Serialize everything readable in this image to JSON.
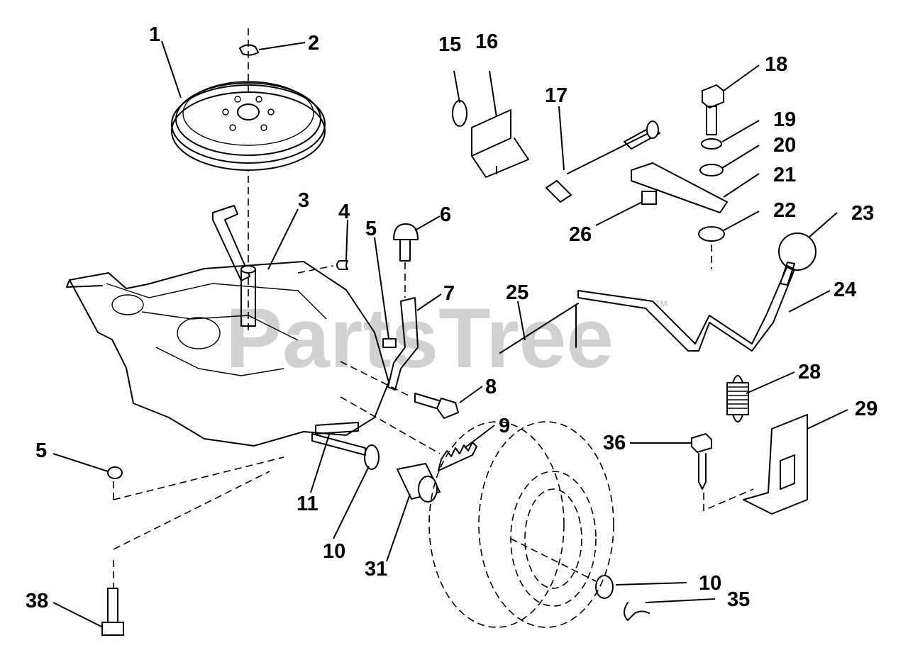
{
  "watermark": {
    "text": "PartsTree",
    "trademark": "™"
  },
  "callouts": [
    {
      "id": "c1",
      "label": "1"
    },
    {
      "id": "c2",
      "label": "2"
    },
    {
      "id": "c3",
      "label": "3"
    },
    {
      "id": "c4",
      "label": "4"
    },
    {
      "id": "c5a",
      "label": "5"
    },
    {
      "id": "c6",
      "label": "6"
    },
    {
      "id": "c7",
      "label": "7"
    },
    {
      "id": "c8",
      "label": "8"
    },
    {
      "id": "c9",
      "label": "9"
    },
    {
      "id": "c10a",
      "label": "10"
    },
    {
      "id": "c11",
      "label": "11"
    },
    {
      "id": "c15",
      "label": "15"
    },
    {
      "id": "c16",
      "label": "16"
    },
    {
      "id": "c17",
      "label": "17"
    },
    {
      "id": "c18",
      "label": "18"
    },
    {
      "id": "c19",
      "label": "19"
    },
    {
      "id": "c20",
      "label": "20"
    },
    {
      "id": "c21",
      "label": "21"
    },
    {
      "id": "c22",
      "label": "22"
    },
    {
      "id": "c23",
      "label": "23"
    },
    {
      "id": "c24",
      "label": "24"
    },
    {
      "id": "c25",
      "label": "25"
    },
    {
      "id": "c26",
      "label": "26"
    },
    {
      "id": "c28",
      "label": "28"
    },
    {
      "id": "c29",
      "label": "29"
    },
    {
      "id": "c31",
      "label": "31"
    },
    {
      "id": "c5b",
      "label": "5"
    },
    {
      "id": "c36",
      "label": "36"
    },
    {
      "id": "c38",
      "label": "38"
    },
    {
      "id": "c10b",
      "label": "10"
    },
    {
      "id": "c35",
      "label": "35"
    }
  ]
}
